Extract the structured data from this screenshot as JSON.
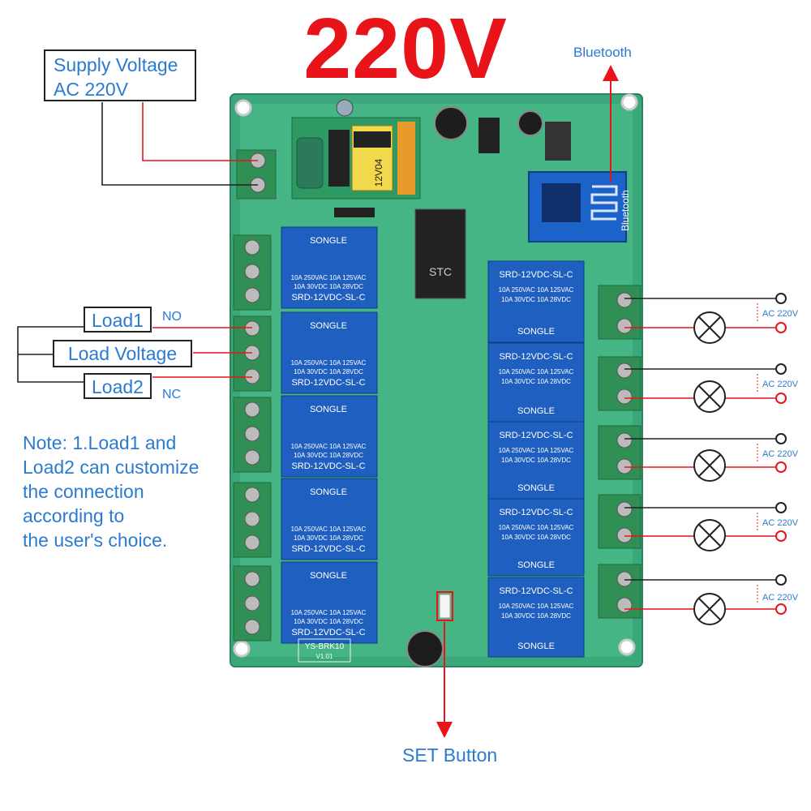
{
  "title": "220V",
  "labels": {
    "supply_line1": "Supply Voltage",
    "supply_line2": "AC 220V",
    "bluetooth": "Bluetooth",
    "load1": "Load1",
    "no": "NO",
    "load_voltage": "Load Voltage",
    "load2": "Load2",
    "nc": "NC",
    "set_button": "SET Button",
    "note": "Note: 1.Load1 and\nLoad2 can customize\nthe connection\naccording to\nthe user's choice.",
    "ac_220v": "AC 220V"
  },
  "board": {
    "module_text": "12V04",
    "relay_brand": "SONGLE",
    "relay_rating_a": "10A 250VAC  10A 125VAC",
    "relay_rating_b": "10A 30VDC  10A 28VDC",
    "relay_model": "SRD-12VDC-SL-C",
    "board_model": "YS-BRK10",
    "board_version": "V1.01",
    "bt_module_label": "Bluetooth",
    "chip_text": "STC"
  },
  "colors": {
    "title_red": "#e8141a",
    "label_blue": "#2a7bd0",
    "board_green": "#3aa87a",
    "relay_blue": "#1f5fbf",
    "wire_red": "#e8141a",
    "terminal_green": "#2f8f55"
  },
  "outputs": {
    "left_relays": 5,
    "right_relays": 5
  }
}
